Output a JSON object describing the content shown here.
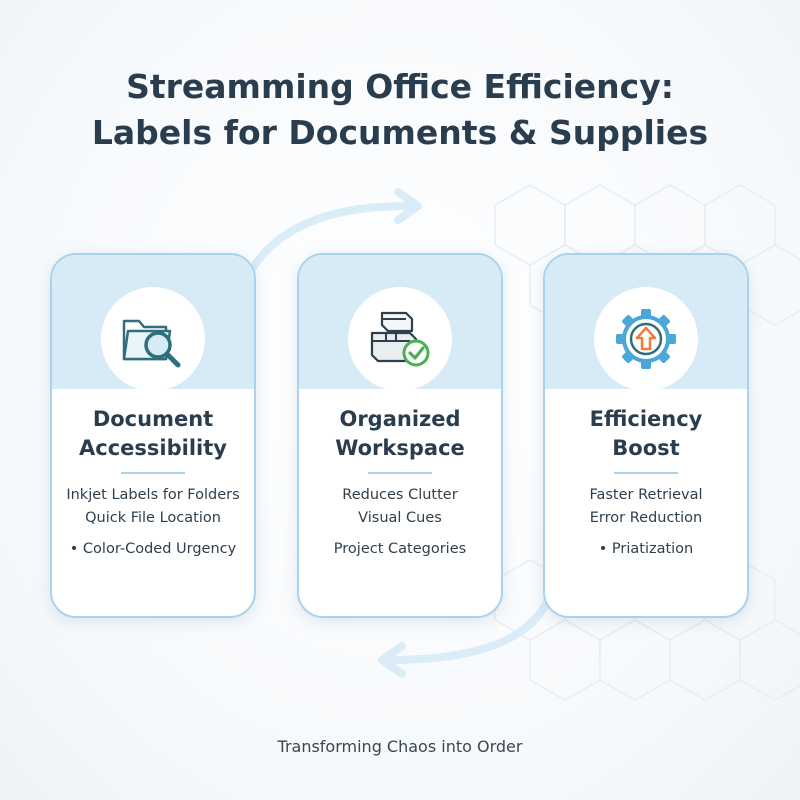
{
  "title": {
    "line1": "Streamming Office Efficiency:",
    "line2": "Labels for Documents & Supplies"
  },
  "cards": [
    {
      "icon": "folder-search-icon",
      "title_line1": "Document",
      "title_line2": "Accessibility",
      "items": [
        "Inkjet Labels for Folders",
        "Quick File Location",
        "• Color-Coded Urgency"
      ]
    },
    {
      "icon": "boxes-check-icon",
      "title_line1": "Organized",
      "title_line2": "Workspace",
      "items": [
        "Reduces Clutter",
        "Visual Cues",
        "Project Categories"
      ]
    },
    {
      "icon": "gear-arrow-icon",
      "title_line1": "Efficiency",
      "title_line2": "Boost",
      "items": [
        "Faster Retrieval",
        "Error Reduction",
        "• Priatization"
      ]
    }
  ],
  "footer": "Transforming Chaos into Order",
  "colors": {
    "accent": "#a9d3ec",
    "card_top": "#d7ebf7",
    "text": "#2a3d4f",
    "icon_teal": "#2f6f7c",
    "check_green": "#4caf50",
    "arrow_orange": "#f07c3a"
  }
}
